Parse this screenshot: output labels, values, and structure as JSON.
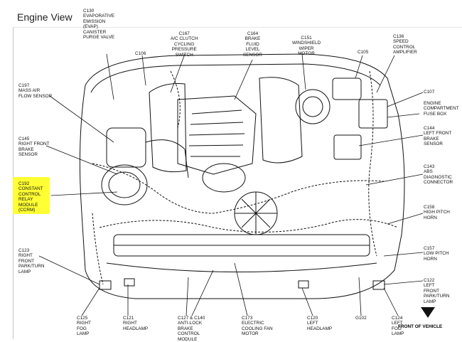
{
  "title": "Engine View",
  "labels": {
    "c130": "C130\nEVAPORATIVE\nEMISSION\n(EVAP)\nCANISTER\nPURGE VALVE",
    "c167": "C167\nA/C CLUTCH\nCYCLING\nPRESSURE\nSWITCH",
    "c106": "C106",
    "c164": "C164\nBRAKE\nFLUID\nLEVEL\nSENSOR",
    "c151": "C151\nWINDSHIELD\nWIPER\nMOTOR",
    "c105": "C105",
    "c136": "C136\nSPEED\nCONTROL\nAMPLIFIER",
    "c197": "C197\nMASS AIR\nFLOW SENSOR",
    "c107": "C107",
    "ecfb": "ENGINE\nCOMPARTMENT\nFUSE BOX",
    "c145": "C145\nRIGHT FRONT\nBRAKE\nSENSOR",
    "c144": "C144\nLEFT FRONT\nBRAKE\nSENSOR",
    "c143": "C143\nABS\nDIAGNOSTIC\nCONNECTOR",
    "c192": "C192\nCONSTANT\nCONTROL\nRELAY\nMODULE\n(CCRM)",
    "c158": "C158\nHIGH PITCH\nHORN",
    "c123": "C123\nRIGHT\nFRONT\nPARK/TURN\nLAMP",
    "c157": "C157\nLOW PITCH\nHORN",
    "c122": "C122\nLEFT\nFRONT\nPARK/TURN\nLAMP",
    "c125": "C125\nRIGHT\nFOG\nLAMP",
    "c121": "C121\nRIGHT\nHEADLAMP",
    "c127": "C127 & C140\nANTI-LOCK\nBRAKE\nCONTROL\nMODULE",
    "c173": "C173\nELECTRIC\nCOOLING FAN\nMOTOR",
    "c120": "C120\nLEFT\nHEADLAMP",
    "g102": "G102",
    "c124": "C124\nLEFT\nFOG\nLAMP",
    "front": "FRONT OF VEHICLE"
  },
  "colors": {
    "highlight": "#ffff33",
    "ink": "#111111"
  }
}
